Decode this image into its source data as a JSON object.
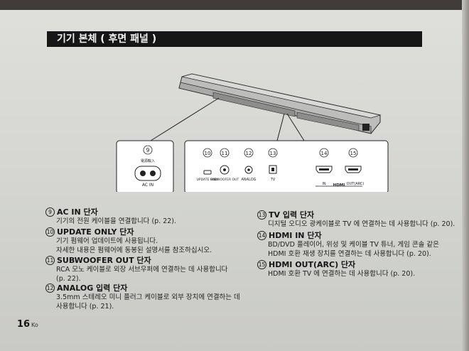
{
  "section_title": "기기 본체 ( 후면 패널 )",
  "connectors": {
    "ac_in": {
      "num": "9",
      "top_label": "電源輸入",
      "label": "AC IN"
    },
    "update": {
      "num": "10",
      "label": "UPDATE ONLY"
    },
    "subwoofer": {
      "num": "11",
      "label": "SUBWOOFER OUT"
    },
    "analog": {
      "num": "12",
      "label": "ANALOG"
    },
    "tv": {
      "num": "13",
      "label": "TV"
    },
    "hdmi_in": {
      "num": "14",
      "label": "IN"
    },
    "hdmi_out": {
      "num": "15",
      "label": "OUT(ARC)"
    },
    "hdmi_logo": "HDMI"
  },
  "items": [
    {
      "num": "9",
      "title": "AC IN 단자",
      "lines": [
        "기기의 전원 케이블을 연결합니다 (p. 22)."
      ]
    },
    {
      "num": "10",
      "title": "UPDATE ONLY 단자",
      "lines": [
        "기기 펌웨어 업데이트에 사용됩니다.",
        "자세한 내용은 펌웨어에 동봉된 설명서를 참조하십시오."
      ]
    },
    {
      "num": "11",
      "title": "SUBWOOFER OUT 단자",
      "lines": [
        "RCA 모노 케이블로 외장 서브우퍼에 연결하는 데 사용합니다",
        "(p. 22)."
      ]
    },
    {
      "num": "12",
      "title": "ANALOG 입력 단자",
      "lines": [
        "3.5mm 스테레오 미니 플러그 케이블로 외부 장치에 연결하는 데",
        "사용합니다 (p. 21)."
      ]
    },
    {
      "num": "13",
      "title": "TV 입력 단자",
      "lines": [
        "디지털 오디오 광케이블로 TV 에 연결하는 데 사용합니다 (p. 20)."
      ]
    },
    {
      "num": "14",
      "title": "HDMI IN 단자",
      "lines": [
        "BD/DVD 플레이어, 위성 및 케이블 TV 튜너, 게임 콘솔 같은",
        "HDMI 호환 재생 장치를 연결하는 데 사용합니다 (p. 20)."
      ]
    },
    {
      "num": "15",
      "title": "HDMI OUT(ARC) 단자",
      "lines": [
        "HDMI 호환 TV 에 연결하는 데 사용합니다 (p. 20)."
      ]
    }
  ],
  "page_number": "16",
  "language_code": "Ko"
}
